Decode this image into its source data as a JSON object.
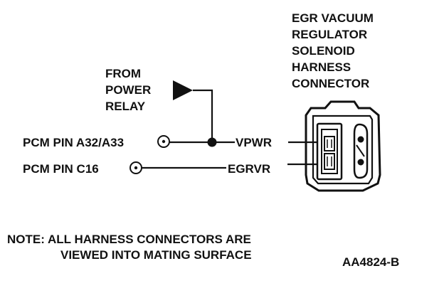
{
  "connector_title": [
    "EGR VACUUM",
    "REGULATOR",
    "SOLENOID",
    "HARNESS",
    "CONNECTOR"
  ],
  "power_source": [
    "FROM",
    "POWER",
    "RELAY"
  ],
  "pins": [
    {
      "pcm_pin": "PCM PIN A32/A33",
      "circuit": "VPWR"
    },
    {
      "pcm_pin": "PCM PIN C16",
      "circuit": "EGRVR"
    }
  ],
  "note": [
    "NOTE: ALL HARNESS CONNECTORS ARE",
    "VIEWED INTO MATING SURFACE"
  ],
  "figure_id": "AA4824-B"
}
